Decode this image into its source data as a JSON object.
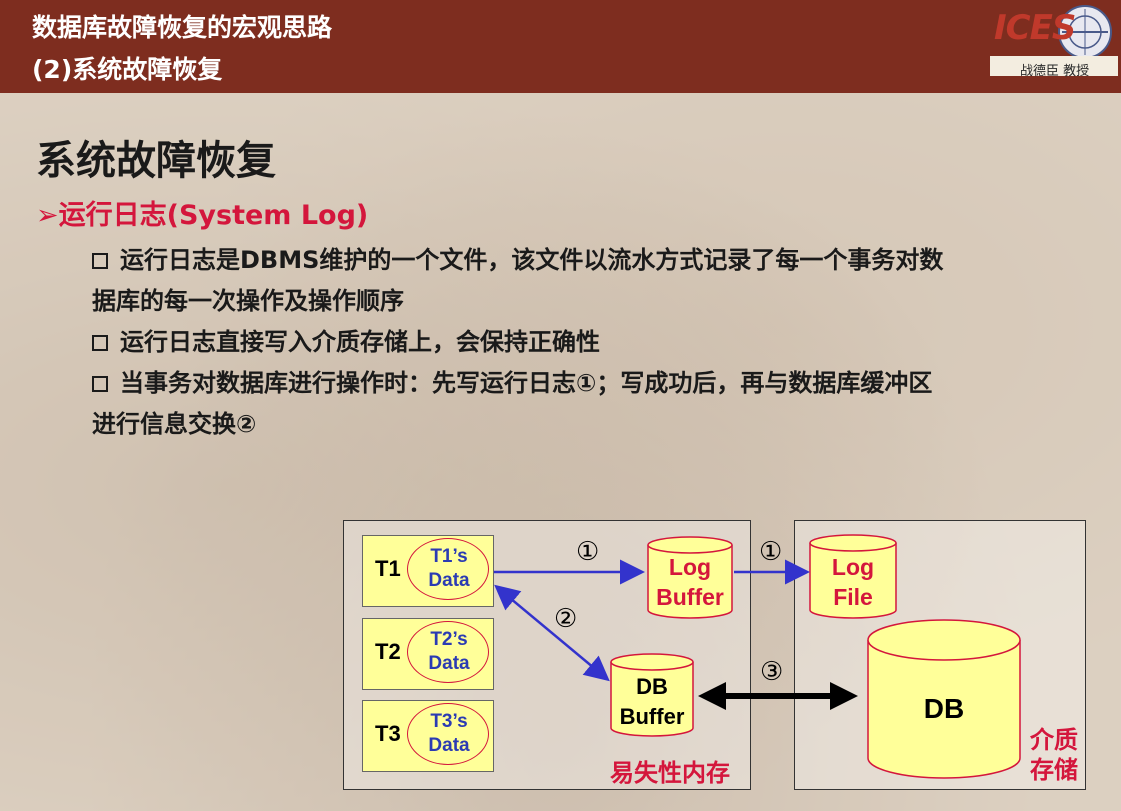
{
  "header": {
    "line1": "数据库故障恢复的宏观思路",
    "line2": "(2)系统故障恢复",
    "logo_text": "ICES",
    "author": "战德臣 教授"
  },
  "title": "系统故障恢复",
  "subheading": "➢运行日志(System Log)",
  "bullets": [
    "运行日志是DBMS维护的一个文件，该文件以流水方式记录了每一个事务对数",
    "据库的每一次操作及操作顺序",
    "运行日志直接写入介质存储上，会保持正确性",
    "当事务对数据库进行操作时：先写运行日志①；写成功后，再与数据库缓冲区",
    "进行信息交换②"
  ],
  "diagram": {
    "transactions": [
      {
        "label": "T1",
        "data_line1": "T1’s",
        "data_line2": "Data"
      },
      {
        "label": "T2",
        "data_line1": "T2’s",
        "data_line2": "Data"
      },
      {
        "label": "T3",
        "data_line1": "T3’s",
        "data_line2": "Data"
      }
    ],
    "log_buffer": {
      "line1": "Log",
      "line2": "Buffer"
    },
    "db_buffer": {
      "line1": "DB",
      "line2": "Buffer"
    },
    "log_file": {
      "line1": "Log",
      "line2": "File"
    },
    "db": "DB",
    "volatile_label": "易失性内存",
    "storage_label_line1": "介质",
    "storage_label_line2": "存储",
    "step1": "①",
    "step2": "②",
    "step3": "③",
    "colors": {
      "cylinder_fill": "#ffff99",
      "cylinder_text": "#d4163c",
      "arrow": "#3333cc",
      "accent": "#d4163c"
    }
  }
}
